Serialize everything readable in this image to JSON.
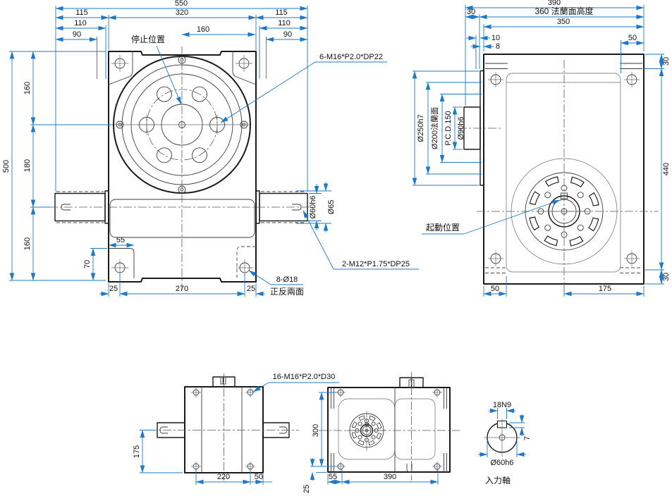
{
  "colors": {
    "dimension_blue": "#1e7ac8",
    "line_black": "#1a1a1a",
    "background": "#ffffff"
  },
  "front": {
    "dim_550": "550",
    "dim_115_left": "115",
    "dim_320": "320",
    "dim_115_right": "115",
    "dim_110_left": "110",
    "dim_110_right": "110",
    "dim_90_left": "90",
    "dim_90_right": "90",
    "dim_160_bolt": "160",
    "label_stop": "停止位置",
    "note_top_taps": "6-M16*P2.0*DP22",
    "dim_500": "500",
    "dim_160_top": "160",
    "dim_180": "180",
    "dim_160_bottom": "160",
    "dim_55": "55",
    "dim_70": "70",
    "dim_25_left": "25",
    "dim_270": "270",
    "dim_25_right": "25",
    "dim_shaft": "Ø60h6",
    "dim_hub": "Ø65",
    "note_side_taps": "2-M12*P1.75*DP25",
    "note_holes": "8-Ø18",
    "note_holes_2": "正反兩面"
  },
  "side": {
    "dim_390": "390",
    "dim_30_offset": "30",
    "dim_360": "360 法蘭面高度",
    "dim_350": "350",
    "dim_10": "10",
    "dim_8": "8",
    "dim_50_top": "50",
    "dim_30_top": "30",
    "dim_440": "440",
    "dim_30_bottom": "30",
    "dim_flange_od": "Ø250h7",
    "dim_flange_face": "Ø200法蘭面",
    "dim_pcd": "P.C.D.150",
    "dim_pilot": "Ø90h6",
    "label_start": "起動位置",
    "dim_50_bottom": "50",
    "dim_175": "175"
  },
  "top_view": {
    "note_taps": "16-M16*P2.0*D30",
    "dim_175": "175",
    "dim_220": "220",
    "dim_50": "50"
  },
  "bottom_view": {
    "dim_300": "300",
    "dim_25": "25",
    "dim_55": "55",
    "dim_390": "390"
  },
  "shaft_detail": {
    "dim_key": "18N9",
    "dim_key_depth": "7",
    "dim_dia": "Ø60h6",
    "label": "入力軸"
  }
}
